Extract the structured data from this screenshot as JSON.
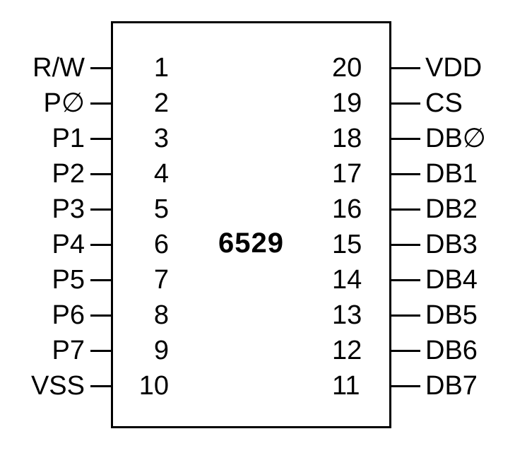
{
  "chip": {
    "name": "6529"
  },
  "left_pins": [
    {
      "signal": "R/W",
      "number": "1"
    },
    {
      "signal": "P∅",
      "number": "2"
    },
    {
      "signal": "P1",
      "number": "3"
    },
    {
      "signal": "P2",
      "number": "4"
    },
    {
      "signal": "P3",
      "number": "5"
    },
    {
      "signal": "P4",
      "number": "6"
    },
    {
      "signal": "P5",
      "number": "7"
    },
    {
      "signal": "P6",
      "number": "8"
    },
    {
      "signal": "P7",
      "number": "9"
    },
    {
      "signal": "VSS",
      "number": "10"
    }
  ],
  "right_pins": [
    {
      "signal": "VDD",
      "number": "20"
    },
    {
      "signal": "CS",
      "number": "19"
    },
    {
      "signal": "DB∅",
      "number": "18"
    },
    {
      "signal": "DB1",
      "number": "17"
    },
    {
      "signal": "DB2",
      "number": "16"
    },
    {
      "signal": "DB3",
      "number": "15"
    },
    {
      "signal": "DB4",
      "number": "14"
    },
    {
      "signal": "DB5",
      "number": "13"
    },
    {
      "signal": "DB6",
      "number": "12"
    },
    {
      "signal": "DB7",
      "number": "11"
    }
  ]
}
